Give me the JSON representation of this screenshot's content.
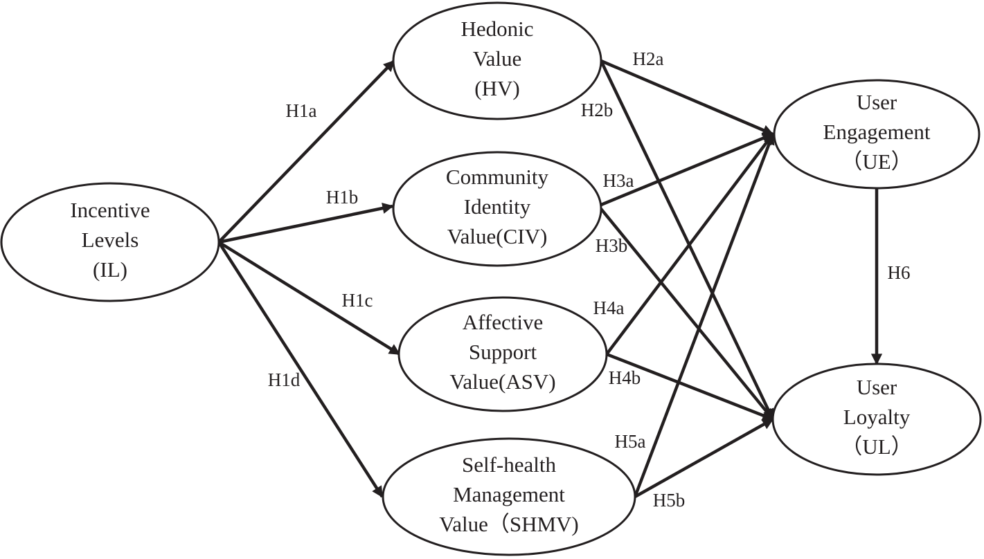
{
  "diagram": {
    "nodes": [
      {
        "id": "il",
        "lines": [
          "Incentive",
          "Levels",
          "(IL)"
        ]
      },
      {
        "id": "hv",
        "lines": [
          "Hedonic",
          "Value",
          "(HV)"
        ]
      },
      {
        "id": "civ",
        "lines": [
          "Community",
          "Identity",
          "Value(CIV)"
        ]
      },
      {
        "id": "asv",
        "lines": [
          "Affective",
          "Support",
          "Value(ASV)"
        ]
      },
      {
        "id": "shmv",
        "lines": [
          "Self-health",
          "Management",
          "Value（SHMV)"
        ]
      },
      {
        "id": "ue",
        "lines": [
          "User",
          "Engagement",
          "（UE）"
        ]
      },
      {
        "id": "ul",
        "lines": [
          "User",
          "Loyalty",
          "（UL）"
        ]
      }
    ],
    "edges": [
      {
        "id": "h1a",
        "label": "H1a",
        "from": "il",
        "to": "hv"
      },
      {
        "id": "h1b",
        "label": "H1b",
        "from": "il",
        "to": "civ"
      },
      {
        "id": "h1c",
        "label": "H1c",
        "from": "il",
        "to": "asv"
      },
      {
        "id": "h1d",
        "label": "H1d",
        "from": "il",
        "to": "shmv"
      },
      {
        "id": "h2a",
        "label": "H2a",
        "from": "hv",
        "to": "ue"
      },
      {
        "id": "h2b",
        "label": "H2b",
        "from": "hv",
        "to": "ul"
      },
      {
        "id": "h3a",
        "label": "H3a",
        "from": "civ",
        "to": "ue"
      },
      {
        "id": "h3b",
        "label": "H3b",
        "from": "civ",
        "to": "ul"
      },
      {
        "id": "h4a",
        "label": "H4a",
        "from": "asv",
        "to": "ue"
      },
      {
        "id": "h4b",
        "label": "H4b",
        "from": "asv",
        "to": "ul"
      },
      {
        "id": "h5a",
        "label": "H5a",
        "from": "shmv",
        "to": "ue"
      },
      {
        "id": "h5b",
        "label": "H5b",
        "from": "shmv",
        "to": "ul"
      },
      {
        "id": "h6",
        "label": "H6",
        "from": "ue",
        "to": "ul"
      }
    ]
  }
}
